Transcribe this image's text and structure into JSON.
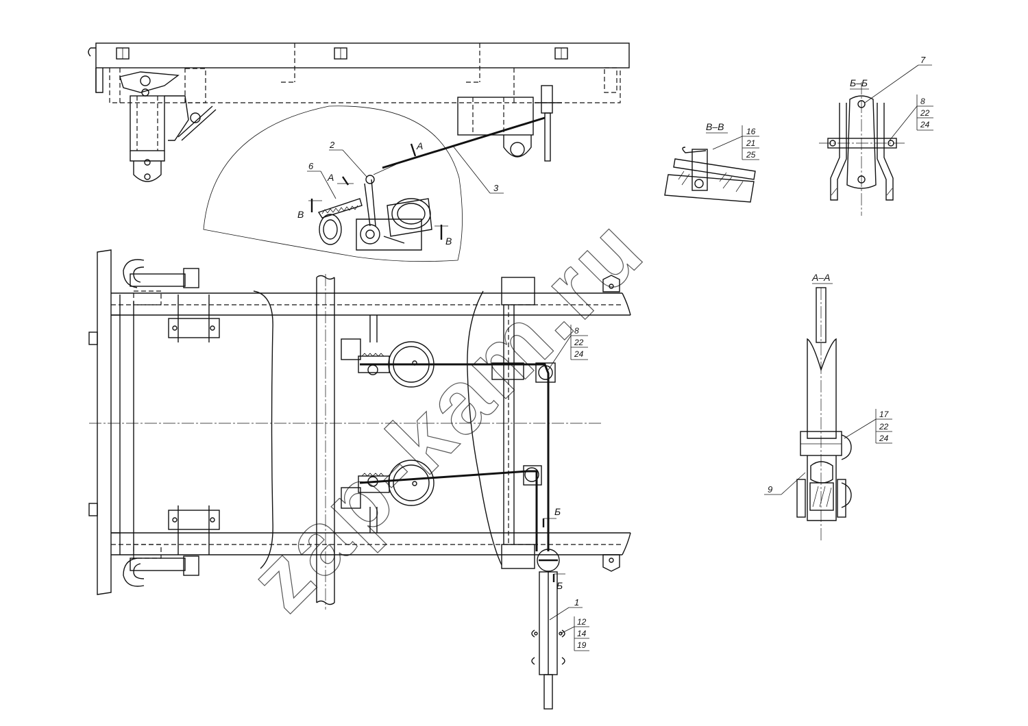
{
  "callouts": {
    "c1": "1",
    "c2": "2",
    "c3": "3",
    "c6": "6",
    "c7": "7",
    "c8_top": "8",
    "c22_top": "22",
    "c24_top": "24",
    "c8_main": "8",
    "c22_main": "22",
    "c24_main": "24",
    "c12": "12",
    "c14": "14",
    "c19": "19",
    "c16": "16",
    "c21": "21",
    "c25": "25",
    "c17": "17",
    "c22_aa": "22",
    "c24_aa": "24",
    "c9": "9"
  },
  "section_marks": {
    "a_upper": "A",
    "a_lower": "A",
    "b_left": "B",
    "b_right": "B",
    "be_upper": "Б",
    "be_lower": "Б"
  },
  "section_titles": {
    "vv": "В–В",
    "bb": "Б–Б",
    "aa": "А–А"
  },
  "watermark": "zap-kam.ru"
}
